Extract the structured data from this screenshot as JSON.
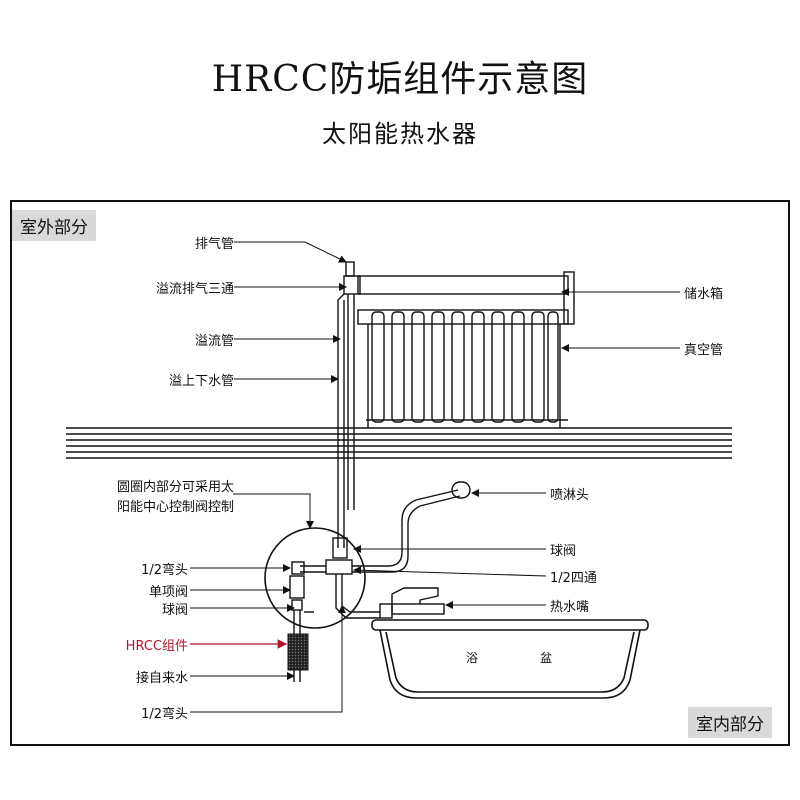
{
  "title": "HRCC防垢组件示意图",
  "subtitle": "太阳能热水器",
  "regions": {
    "outdoor": "室外部分",
    "indoor": "室内部分"
  },
  "labels_left": {
    "exhaust_pipe": "排气管",
    "overflow_tee": "溢流排气三通",
    "overflow_pipe": "溢流管",
    "updown_pipe": "溢上下水管",
    "circle_note_1": "圆圈内部分可采用太",
    "circle_note_2": "阳能中心控制阀控制",
    "elbow_top": "1/2弯头",
    "check_valve": "单项阀",
    "ball_valve_left": "球阀",
    "hrcc": "HRCC组件",
    "tap_water": "接自来水",
    "elbow_bottom": "1/2弯头"
  },
  "labels_right": {
    "tank": "储水箱",
    "vacuum_tube": "真空管",
    "shower_head": "喷淋头",
    "ball_valve_right": "球阀",
    "four_way": "1/2四通",
    "hot_tap": "热水嘴"
  },
  "tub_labels": {
    "left": "浴",
    "right": "盆"
  },
  "colors": {
    "line": "#111111",
    "hrcc_red": "#b0182a",
    "region_bg": "#d9d9d9"
  }
}
